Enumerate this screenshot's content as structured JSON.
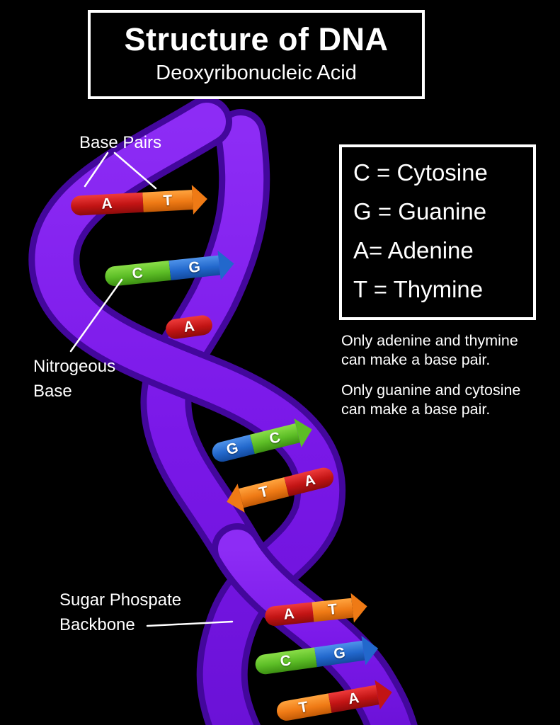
{
  "title": {
    "main": "Structure of DNA",
    "subtitle": "Deoxyribonucleic Acid"
  },
  "legend": {
    "lines": [
      "C = Cytosine",
      "G = Guanine",
      "A= Adenine",
      "T = Thymine"
    ]
  },
  "notes": {
    "note1": "Only adenine and thymine can make a base pair.",
    "note2": "Only guanine and cytosine can make a base pair."
  },
  "labels": {
    "base_pairs": "Base Pairs",
    "nitrogeous_base": "Nitrogeous Base",
    "sugar_phosphate_backbone": "Sugar Phospate Backbone"
  },
  "pairs": [
    {
      "left": "A",
      "right": "T"
    },
    {
      "left": "C",
      "right": "G"
    },
    {
      "single": "A"
    },
    {
      "left": "G",
      "right": "C"
    },
    {
      "left": "T",
      "right": "A"
    },
    {
      "left": "A",
      "right": "T"
    },
    {
      "left": "C",
      "right": "G"
    },
    {
      "left": "T",
      "right": "A"
    }
  ],
  "colors": {
    "adenine_red": "#c21414",
    "thymine_orange": "#ef7a15",
    "cytosine_green": "#5cbd26",
    "guanine_blue": "#2268cc",
    "helix_purple": "#7a18e8",
    "background": "#000000"
  }
}
